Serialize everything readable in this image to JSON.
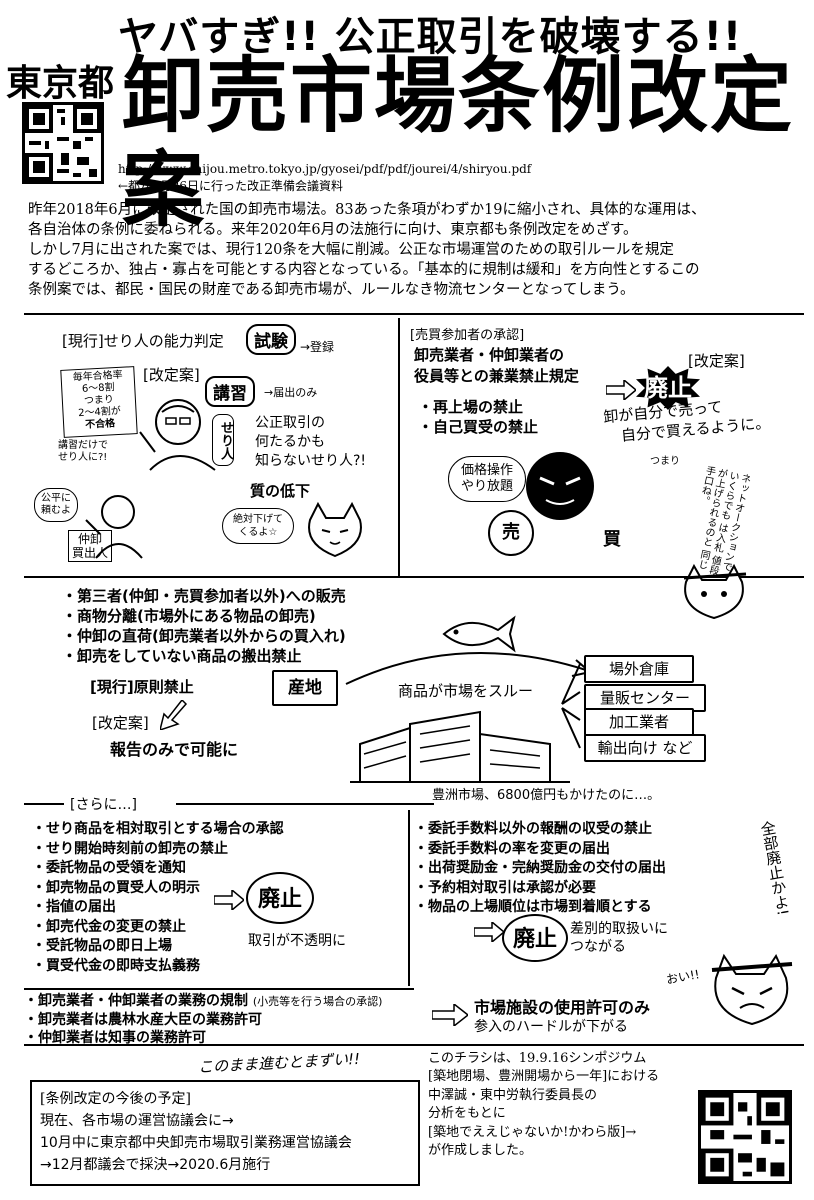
{
  "header": {
    "catch": "ヤバすぎ!! 公正取引を破壊する!!",
    "tokyo": "東京都",
    "title": "卸売市場条例改定案",
    "url": "http://www.shijou.metro.tokyo.jp/gyosei/pdf/pdf/jourei/4/shiryou.pdf",
    "url_note": "←都が7月26日に行った改正準備会議資料"
  },
  "intro": [
    "昨年2018年6月に改定された国の卸売市場法。83あった条項がわずか19に縮小され、具体的な運用は、",
    "各自治体の条例に委ねられる。来年2020年6月の法施行に向け、東京都も条例改定をめざす。",
    "しかし7月に出された案では、現行120条を大幅に削減。公正な市場運営のための取引ルールを規定",
    "するどころか、独占・寡占を可能とする内容となっている。「基本的に規制は緩和」を方向性とするこの",
    "条例案では、都民・国民の財産である卸売市場が、ルールなき物流センターとなってしまう。"
  ],
  "panel1": {
    "current": "[現行]せり人の能力判定",
    "exam": "試験",
    "register": "→登録",
    "revised": "[改定案]",
    "lecture": "講習",
    "notify": "→届出のみ",
    "sign1": "毎年合格率",
    "sign2": "6〜8割",
    "sign3": "つまり",
    "sign4": "2〜4割が",
    "sign5": "不合格",
    "speech1": "講習だけで",
    "speech2": "せり人に?!",
    "person": "せり人",
    "q1": "公正取引の",
    "q2": "何たるかも",
    "q3": "知らないせり人?!",
    "quality": "質の低下",
    "buyer_speech1": "公平に",
    "buyer_speech2": "頼むよ",
    "buyer": "仲卸",
    "buyer2": "買出人",
    "cat_speech1": "絶対下げて",
    "cat_speech2": "くるよ☆"
  },
  "panel2": {
    "heading": "[売買参加者の承認]",
    "line1": "卸売業者・仲卸業者の",
    "line2": "役員等との兼業禁止規定",
    "revised": "[改定案]",
    "abolish": "廃止",
    "item1": "・再上場の禁止",
    "item2": "・自己買受の禁止",
    "result1": "卸が自分で売って",
    "result2": "自分で買えるように。",
    "tsumari": "つまり",
    "price1": "価格操作",
    "price2": "やり放題",
    "sell": "売",
    "buy": "買",
    "cat1": "ネットオークションで",
    "cat2": "いくらでも",
    "cat3": "は入札",
    "cat4": "値段が上げられるのと",
    "cat5": "同じ手口ね。"
  },
  "panel3": {
    "items": [
      "・第三者(仲卸・売買参加者以外)への販売",
      "・商物分離(市場外にある物品の卸売)",
      "・仲卸の直荷(卸売業者以外からの買入れ)",
      "・卸売をしていない商品の搬出禁止"
    ],
    "current": "[現行]原則禁止",
    "revised": "[改定案]",
    "report": "報告のみで可能に",
    "origin": "産地",
    "through": "商品が市場をスルー",
    "dest": [
      "場外倉庫",
      "量販センター",
      "加工業者",
      "輸出向け など"
    ],
    "toyosu": "豊洲市場、6800億円もかけたのに…。"
  },
  "sarani": "[さらに…]",
  "left_list": [
    "・せり商品を相対取引とする場合の承認",
    "・せり開始時刻前の卸売の禁止",
    "・委託物品の受領を通知",
    "・卸売物品の買受人の明示",
    "・指値の届出",
    "・卸売代金の変更の禁止",
    "・受託物品の即日上場",
    "・買受代金の即時支払義務"
  ],
  "left_abolish": "廃止",
  "left_note": "取引が不透明に",
  "right_list": [
    "・委託手数料以外の報酬の収受の禁止",
    "・委託手数料の率を変更の届出",
    "・出荷奨励金・完納奨励金の交付の届出",
    "・予約相対取引は承認が必要",
    "・物品の上場順位は市場到着順とする"
  ],
  "right_abolish": "廃止",
  "right_note1": "差別的取扱いに",
  "right_note2": "つながる",
  "all_abolish": "全部廃止かよ!",
  "oi": "おい!!",
  "business_list": [
    "・卸売業者・仲卸業者の業務の規制",
    "・卸売業者は農林水産大臣の業務許可",
    "・仲卸業者は知事の業務許可"
  ],
  "business_small": "(小売等を行う場合の承認)",
  "permit": "市場施設の使用許可のみ",
  "hurdle": "参入のハードルが下がる",
  "warning": "このまま進むとまずい!!",
  "schedule": {
    "heading": "[条例改定の今後の予定]",
    "l1": "現在、各市場の運営協議会に→",
    "l2": "10月中に東京都中央卸売市場取引業務運営協議会",
    "l3": "→12月都議会で採決→2020.6月施行"
  },
  "credit": [
    "このチラシは、19.9.16シンポジウム",
    "[築地閉場、豊洲開場から一年]における",
    "中澤誠・東中労執行委員長の",
    "分析をもとに",
    "[築地でええじゃないか!かわら版]→",
    "が作成しました。"
  ]
}
